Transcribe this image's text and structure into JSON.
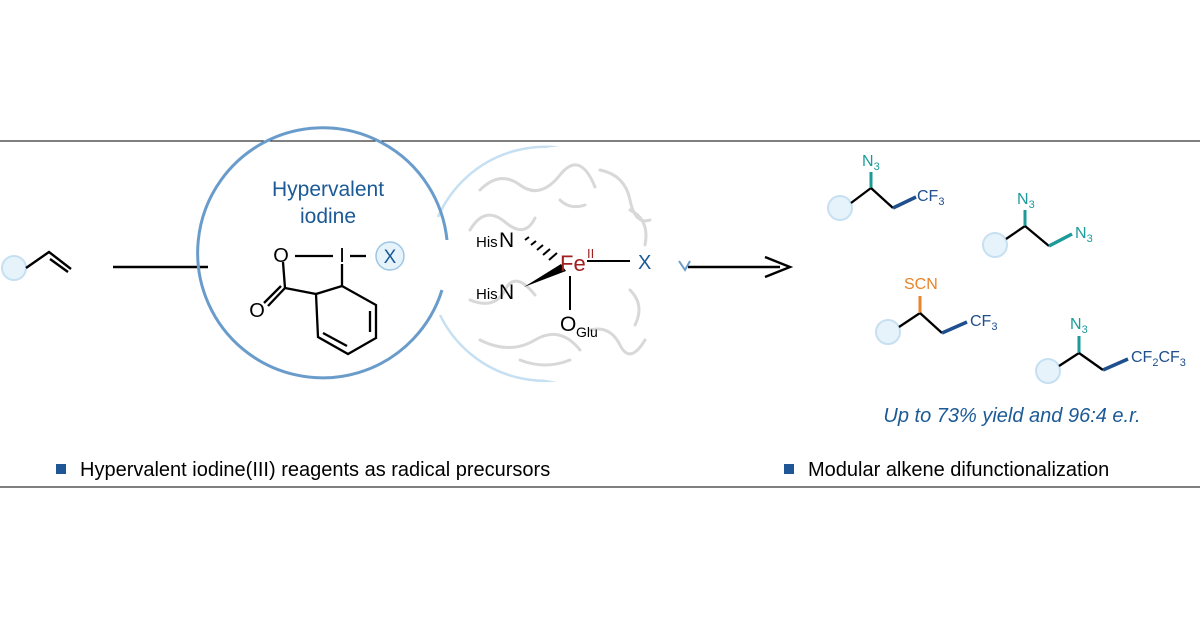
{
  "catalyst_title": [
    "Hypervalent",
    "iodine"
  ],
  "reagent": {
    "iodine_atom": "I",
    "ring_oxygen": "O",
    "carbonyl_oxygen": "O",
    "group": "X"
  },
  "iron_center": {
    "metal": "Fe",
    "oxidation_state": "II",
    "ligand_top": {
      "prefix": "His",
      "atom": "N"
    },
    "ligand_bottom": {
      "prefix": "His",
      "atom": "N"
    },
    "ligand_axial": {
      "atom": "O",
      "subscript": "Glu"
    },
    "group": "X"
  },
  "products": [
    {
      "top": "N",
      "top_sub": "3",
      "right": "CF",
      "right_sub": "3",
      "right_tail": ""
    },
    {
      "top": "N",
      "top_sub": "3",
      "right": "N",
      "right_sub": "3",
      "right_tail": ""
    },
    {
      "top": "SCN",
      "top_sub": "",
      "right": "CF",
      "right_sub": "3",
      "right_tail": ""
    },
    {
      "top": "N",
      "top_sub": "3",
      "right": "CF",
      "right_sub": "2",
      "right_tail": "CF",
      "right_tail_sub": "3"
    }
  ],
  "yield_note": "Up to 73% yield and 96:4 e.r.",
  "bullets": [
    "Hypervalent iodine(III) reagents as radical precursors",
    "Modular alkene difunctionalization"
  ],
  "colors": {
    "blue_text": "#1b5a96",
    "light_blue": "#c6e0f2",
    "circle_fill": "#e6f3fb",
    "teal": "#1c9a9a",
    "dark_blue": "#1f4f8c",
    "orange": "#e8842b",
    "iron_red": "#a01f1f",
    "bullet": "#1f5796"
  }
}
